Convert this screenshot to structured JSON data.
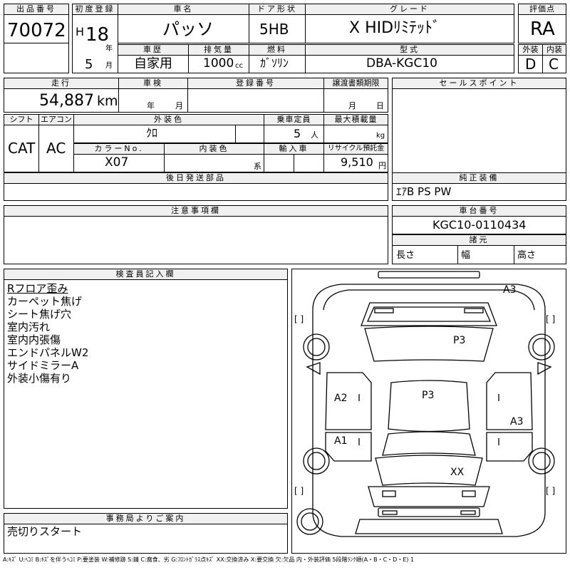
{
  "lot": {
    "label": "出品番号",
    "value": "70072"
  },
  "first_reg": {
    "label": "初度登録",
    "era": "H",
    "year": "18",
    "year_unit": "年",
    "month": "5",
    "month_unit": "月"
  },
  "car_name": {
    "label": "車名",
    "value": "パッソ"
  },
  "door": {
    "label": "ドア形状",
    "value": "5HB"
  },
  "grade": {
    "label": "グレード",
    "value": "X HIDﾘﾐﾃｯﾄﾞ"
  },
  "rating": {
    "label": "評価点",
    "value": "RA"
  },
  "history": {
    "label": "車歴",
    "value": "自家用"
  },
  "displacement": {
    "label": "排気量",
    "value": "1000",
    "unit": "cc"
  },
  "fuel": {
    "label": "燃料",
    "value": "ｶﾞｿﾘﾝ"
  },
  "model": {
    "label": "型式",
    "value": "DBA-KGC10"
  },
  "exterior_grade": {
    "label": "外装",
    "value": "D"
  },
  "interior_grade": {
    "label": "内装",
    "value": "C"
  },
  "mileage": {
    "label": "走行",
    "value": "54,887",
    "unit": "km"
  },
  "inspection": {
    "label": "車検",
    "year_unit": "年",
    "month_unit": "月"
  },
  "plate": {
    "label": "登録番号",
    "value": ""
  },
  "transfer_docs": {
    "label": "譲渡書類期限",
    "month_unit": "月",
    "day_unit": "日"
  },
  "sales_points": {
    "label": "セールスポイント",
    "value": ""
  },
  "shift": {
    "label": "シフト",
    "value": "CAT"
  },
  "aircon": {
    "label": "エアコン",
    "value": "AC"
  },
  "ext_color": {
    "label": "外装色",
    "value": "ｸﾛ"
  },
  "capacity": {
    "label": "乗車定員",
    "value": "5",
    "unit": "人"
  },
  "max_load": {
    "label": "最大積載量",
    "unit": "kg"
  },
  "color_no": {
    "label": "カラーNo.",
    "value": "X07"
  },
  "int_color": {
    "label": "内装色",
    "unit": "系"
  },
  "import": {
    "label": "輸入車"
  },
  "recycle": {
    "label": "リサイクル預託金",
    "value": "9,510",
    "unit": "円"
  },
  "later_parts": {
    "label": "後日発送部品",
    "value": ""
  },
  "equipment": {
    "label": "純正装備",
    "value": "ｴｱB PS PW"
  },
  "notes": {
    "label": "注意事項欄",
    "value": ""
  },
  "chassis": {
    "label": "車台番号",
    "value": "KGC10-0110434"
  },
  "specs": {
    "label": "諸元",
    "length": "長さ",
    "width": "幅",
    "height": "高さ"
  },
  "inspector": {
    "label": "検査員記入欄",
    "lines": [
      "Rフロア歪み",
      "カーペット焦げ",
      "シート焦げ穴",
      "室内汚れ",
      "室内内張傷",
      "エンドパネルW2",
      "サイドミラーA",
      "外装小傷有り"
    ]
  },
  "office": {
    "label": "事務局よりご案内",
    "value": "売切りスタート"
  },
  "diagram_marks": {
    "a3_top": "A3",
    "p3_hood": "P3",
    "p3_roof": "P3",
    "a2": "A2",
    "a1": "A1",
    "a3_right": "A3",
    "xx": "XX",
    "bracket_l": "[ ]",
    "bracket_r": "[ ]"
  },
  "legend": "A:ｷｽﾞ U:ﾍｺﾐ B:ｷｽﾞを伴うﾍｺﾐ P:要塗装 W:補修跡 S:錆 C:腐食、劣 G:ﾌﾛﾝﾄｶﾞﾗｽ点ｷｽﾞ XX:交換済み X:要交換 欠:欠品 内・外装評価 5段階ﾗﾝｸ順(A・B・C・D・E) 1"
}
